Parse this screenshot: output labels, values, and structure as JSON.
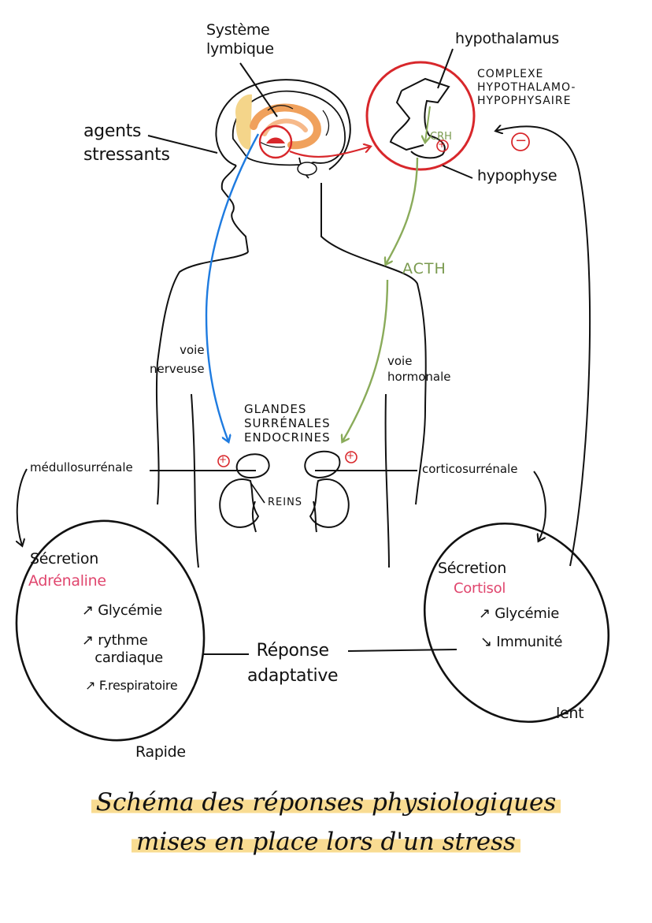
{
  "labels": {
    "limbic": "Système\nlymbique",
    "hypothalamus": "hypothalamus",
    "complexe": "COMPLEXE\nHYPOTHALAMO-\nHYPOPHYSAIRE",
    "agents": "agents\nstressants",
    "crh": "CRH",
    "hypophyse": "hypophyse",
    "acth": "ACTH",
    "voie_nerveuse": "voie\nnerveuse",
    "voie_hormonale": "voie\nhormonale",
    "glandes": "GLANDES\nSURRÉNALES\nENDOCRINES",
    "medullo": "médullosurrénale",
    "cortico": "corticosurrénale",
    "reins": "REINS",
    "plus": "+",
    "minus": "−"
  },
  "left_box": {
    "title": "Sécretion",
    "hormone": "Adrénaline",
    "items": [
      "↗ Glycémie",
      "↗ rythme\n   cardiaque",
      "↗ F.respiratoire"
    ],
    "speed": "Rapide"
  },
  "right_box": {
    "title": "Sécretion",
    "hormone": "Cortisol",
    "items": [
      "↗ Glycémie",
      "↘ Immunité"
    ],
    "speed": "lent"
  },
  "center": {
    "response": "Réponse\nadaptative"
  },
  "title": {
    "line1": "Schéma des réponses physiologiques",
    "line2": "mises en place lors d'un stress"
  },
  "colors": {
    "blue": "#1e7be0",
    "green": "#8aab5a",
    "red": "#d8272b",
    "orange": "#f0a15c",
    "yellow": "#f4d58a",
    "pink": "#e0466e",
    "highlight": "#f9dc92"
  }
}
